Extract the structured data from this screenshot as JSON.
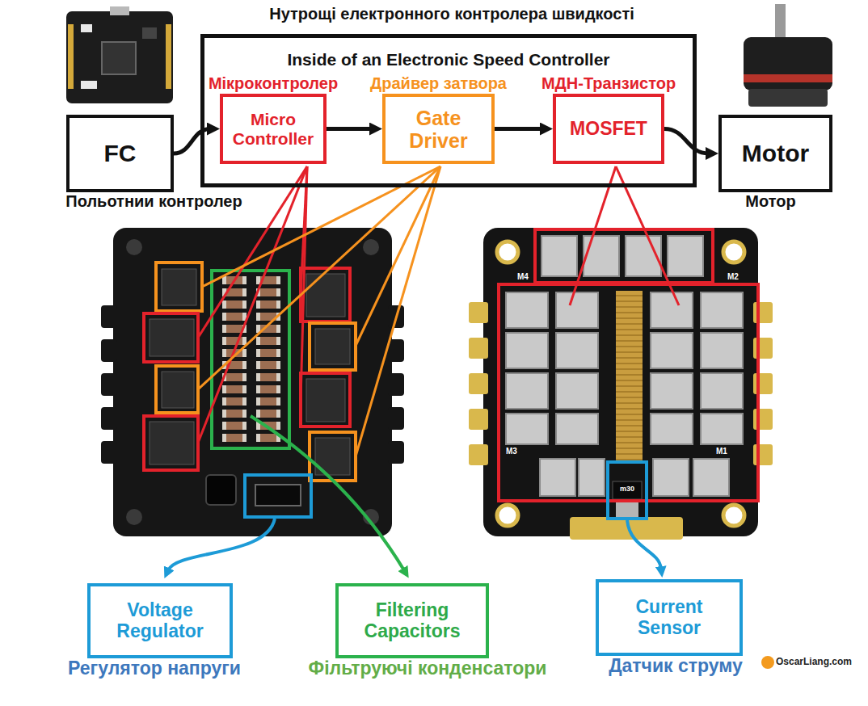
{
  "diagram": {
    "title": "Нутрощі електронного контролера швидкості",
    "nodes": [
      {
        "text": [
          "FC",
          "Польотнии контролер"
        ]
      },
      {
        "text": [
          "Inside of an Electronic Speed Controller"
        ]
      },
      {
        "text": [
          "Мікроконтролер",
          "Micro Controller"
        ],
        "in": 1
      },
      {
        "text": [
          "Драйвер затвора",
          "Gate Driver"
        ],
        "in": 1
      },
      {
        "text": [
          "МДН-Транзистор",
          "MOSFET"
        ],
        "in": 1
      },
      {
        "text": [
          "Motor",
          "Мотор"
        ]
      },
      {
        "text": [
          "Voltage Regulator",
          "Регулятор напруги"
        ]
      },
      {
        "text": [
          "Filtering Capacitors",
          "Фільтруючі конденсатори"
        ]
      },
      {
        "text": [
          "Current Sensor",
          "Датчик струму"
        ]
      }
    ],
    "edges": [
      {
        "from": 0,
        "to": 2,
        "arrow": "to"
      },
      {
        "from": 2,
        "to": 3,
        "arrow": "to"
      },
      {
        "from": 3,
        "to": 4,
        "arrow": "to"
      },
      {
        "from": 4,
        "to": 5,
        "arrow": "to"
      }
    ],
    "labels": [
      "M4",
      "M2",
      "M3",
      "M1",
      "m30",
      "OscarLiang.com"
    ]
  }
}
